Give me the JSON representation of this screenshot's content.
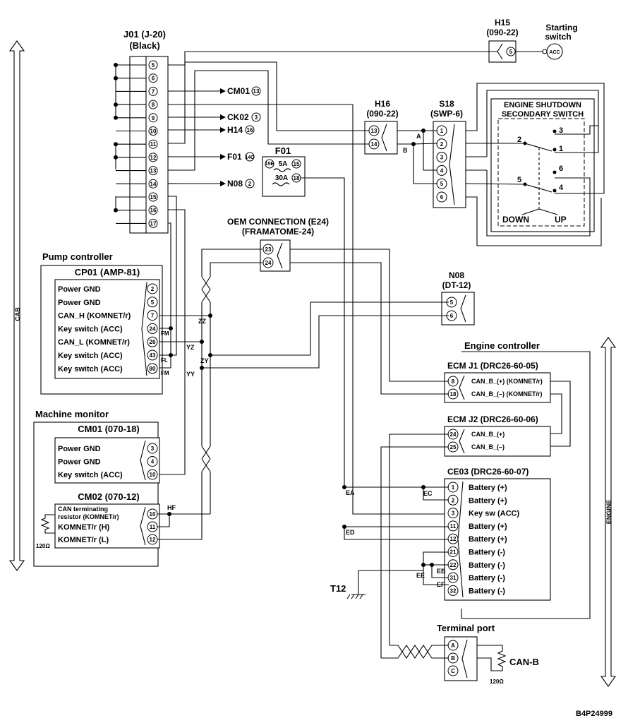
{
  "j01": {
    "name": "J01 (J-20)",
    "color": "(Black)",
    "pins": [
      "5",
      "6",
      "7",
      "8",
      "9",
      "10",
      "11",
      "12",
      "13",
      "14",
      "15",
      "16",
      "17"
    ]
  },
  "h15": {
    "name": "H15",
    "type": "(090-22)",
    "pin": "5"
  },
  "start_sw": {
    "title1": "Starting",
    "title2": "switch",
    "label": "ACC"
  },
  "h16": {
    "name": "H16",
    "type": "(090-22)",
    "pins": [
      "13",
      "14"
    ]
  },
  "s18": {
    "name": "S18",
    "type": "(SWP-6)",
    "pins": [
      "1",
      "2",
      "3",
      "4",
      "5",
      "6"
    ]
  },
  "shutdown": {
    "title1": "ENGINE SHUTDOWN",
    "title2": "SECONDARY SWITCH",
    "down": "DOWN",
    "up": "UP",
    "pins": [
      "3",
      "2",
      "1",
      "6",
      "5",
      "4"
    ]
  },
  "f01": {
    "name": "F01",
    "fuse1": "5A",
    "fuse2": "30A",
    "pin15e": "15E",
    "pin15": "15",
    "pin14o": "14O",
    "pin18": "18"
  },
  "refs": {
    "cm01": "CM01",
    "cm01_pin": "13",
    "ck02": "CK02",
    "ck02_pin": "3",
    "h14": "H14",
    "h14_pin": "16",
    "f01": "F01",
    "f01_pin": "14O",
    "n08": "N08",
    "n08_pin": "2"
  },
  "oem": {
    "title1": "OEM CONNECTION (E24)",
    "title2": "(FRAMATOME-24)",
    "pins": [
      "23",
      "24"
    ]
  },
  "pump": {
    "title": "Pump controller",
    "conn": "CP01 (AMP-81)",
    "rows": [
      {
        "label": "Power GND",
        "pin": "2"
      },
      {
        "label": "Power GND",
        "pin": "5"
      },
      {
        "label": "CAN_H (KOMNET/r)",
        "pin": "7"
      },
      {
        "label": "Key switch (ACC)",
        "pin": "24"
      },
      {
        "label": "CAN_L (KOMNET/r)",
        "pin": "26"
      },
      {
        "label": "Key switch (ACC)",
        "pin": "43"
      },
      {
        "label": "Key switch (ACC)",
        "pin": "80"
      }
    ],
    "splices": [
      "FM",
      "FL",
      "FM"
    ]
  },
  "wire_labels": {
    "zz": "ZZ",
    "yz": "YZ",
    "zy": "ZY",
    "yy": "YY",
    "hf": "HF",
    "a": "A",
    "b": "B",
    "ea": "EA",
    "ec": "EC",
    "ed": "ED",
    "ee": "EE",
    "eb": "EB",
    "ef": "EF"
  },
  "n08": {
    "name": "N08",
    "type": "(DT-12)",
    "pins": [
      "5",
      "6"
    ]
  },
  "engine": {
    "title": "Engine controller",
    "j1": {
      "name": "ECM J1 (DRC26-60-05)",
      "rows": [
        {
          "pin": "8",
          "label": "CAN_B_(+) (KOMNET/r)"
        },
        {
          "pin": "18",
          "label": "CAN_B_(–) (KOMNET/r)"
        }
      ]
    },
    "j2": {
      "name": "ECM J2 (DRC26-60-06)",
      "rows": [
        {
          "pin": "24",
          "label": "CAN_B_(+)"
        },
        {
          "pin": "25",
          "label": "CAN_B_(–)"
        }
      ]
    },
    "ce03": {
      "name": "CE03 (DRC26-60-07)",
      "rows": [
        {
          "pin": "1",
          "label": "Battery (+)"
        },
        {
          "pin": "2",
          "label": "Battery (+)"
        },
        {
          "pin": "3",
          "label": "Key sw (ACC)"
        },
        {
          "pin": "11",
          "label": "Battery (+)"
        },
        {
          "pin": "12",
          "label": "Battery (+)"
        },
        {
          "pin": "21",
          "label": "Battery (-)"
        },
        {
          "pin": "22",
          "label": "Battery (-)"
        },
        {
          "pin": "31",
          "label": "Battery (-)"
        },
        {
          "pin": "32",
          "label": "Battery (-)"
        }
      ]
    }
  },
  "machine": {
    "title": "Machine monitor",
    "cm01": {
      "name": "CM01 (070-18)",
      "rows": [
        {
          "label": "Power GND",
          "pin": "3"
        },
        {
          "label": "Power GND",
          "pin": "4"
        },
        {
          "label": "Key switch (ACC)",
          "pin": "10"
        }
      ]
    },
    "cm02": {
      "name": "CM02 (070-12)",
      "res1": "CAN terminating",
      "res2": "resistor (KOMNET/r)",
      "res_val": "120Ω",
      "rows": [
        {
          "label": "KOMNET/r (H)",
          "pin": "11"
        },
        {
          "label": "KOMNET/r (L)",
          "pin": "12"
        }
      ],
      "pin10": "10"
    }
  },
  "t12": "T12",
  "terminal": {
    "title": "Terminal port",
    "pins": [
      "A",
      "B",
      "C"
    ],
    "canb": "CAN-B",
    "res_val": "120Ω"
  },
  "cab": "CAB",
  "engine_side": "ENGINE",
  "code": "B4P24999"
}
